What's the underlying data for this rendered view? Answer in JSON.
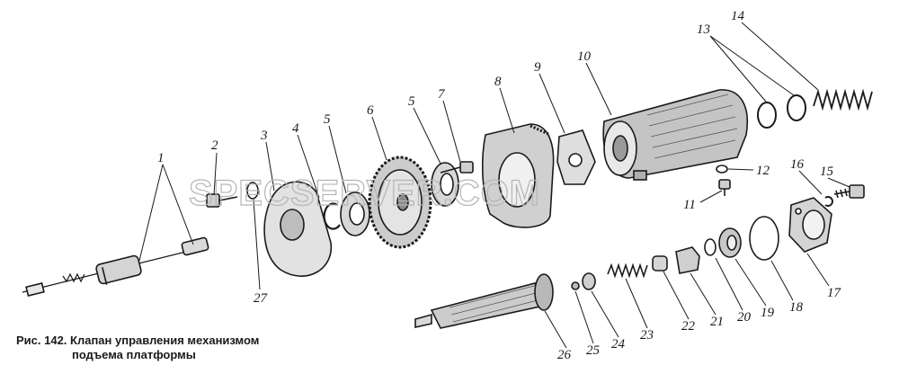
{
  "caption": {
    "line1": "Рис. 142. Клапан управления механизмом",
    "line2": "подъема платформы"
  },
  "watermark": "SPECSERVER.COM",
  "callouts": [
    "1",
    "1",
    "2",
    "3",
    "4",
    "5",
    "6",
    "5",
    "7",
    "8",
    "9",
    "10",
    "13",
    "13",
    "14",
    "12",
    "11",
    "15",
    "16",
    "17",
    "18",
    "19",
    "20",
    "21",
    "22",
    "23",
    "24",
    "25",
    "26",
    "27"
  ]
}
